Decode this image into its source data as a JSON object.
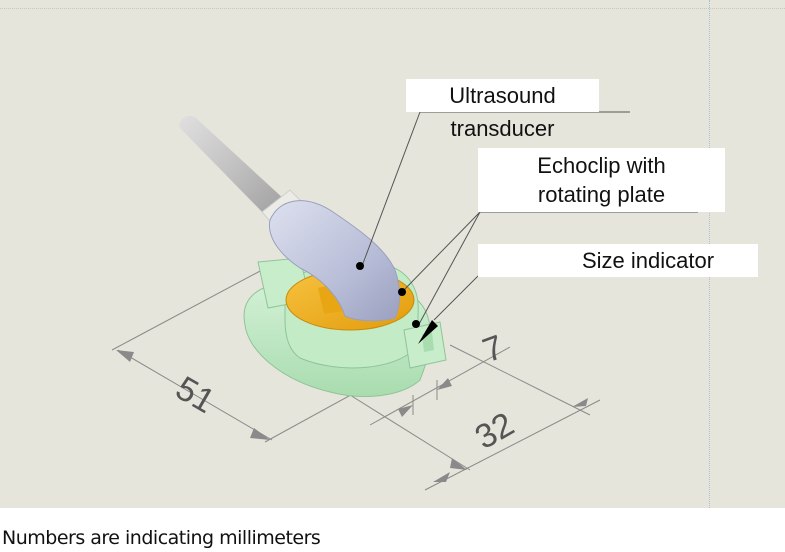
{
  "labels": {
    "transducer": "Ultrasound transducer",
    "echoclip_line1": "Echoclip with",
    "echoclip_line2": "rotating plate",
    "size_indicator": "Size indicator"
  },
  "dimensions": {
    "length": "51",
    "width": "32",
    "indicator_gap": "7"
  },
  "caption": "Numbers are indicating millimeters",
  "colors": {
    "background": "#e6e5dc",
    "base_green": "#bfe8c4",
    "plate_orange": "#f2b01e",
    "transducer_body": "#c4c9e0",
    "cable_gray": "#bdbdbd",
    "dimension_line": "#8a8a8a"
  }
}
